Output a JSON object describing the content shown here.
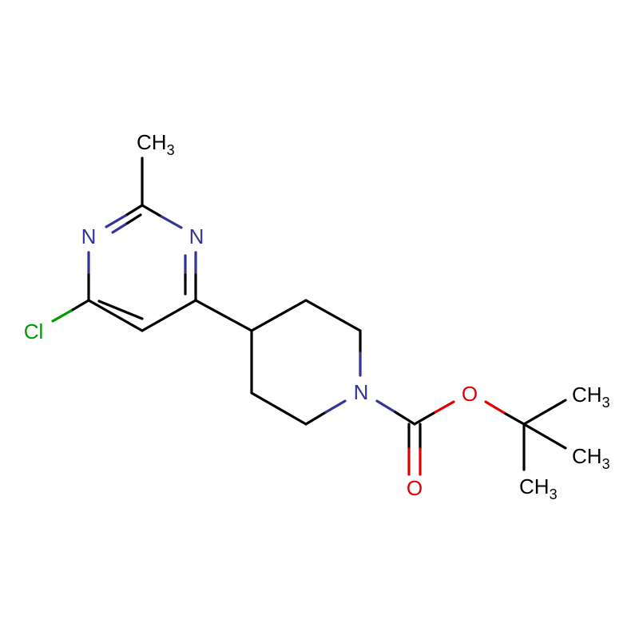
{
  "colors": {
    "carbon": "#000000",
    "nitrogen": "#33339A",
    "oxygen": "#E00000",
    "chlorine": "#009A00",
    "background": "#FFFFFF"
  },
  "atoms": {
    "ch3_top": {
      "main": "CH",
      "sub": "3"
    },
    "n_left": "N",
    "n_right": "N",
    "cl": "Cl",
    "n_pip": "N",
    "o_ester": "O",
    "o_carbonyl": "O",
    "ch3_upper": {
      "main": "CH",
      "sub": "3"
    },
    "ch3_middle": {
      "main": "CH",
      "sub": "3"
    },
    "ch3_lower": {
      "main": "CH",
      "sub": "3"
    }
  }
}
